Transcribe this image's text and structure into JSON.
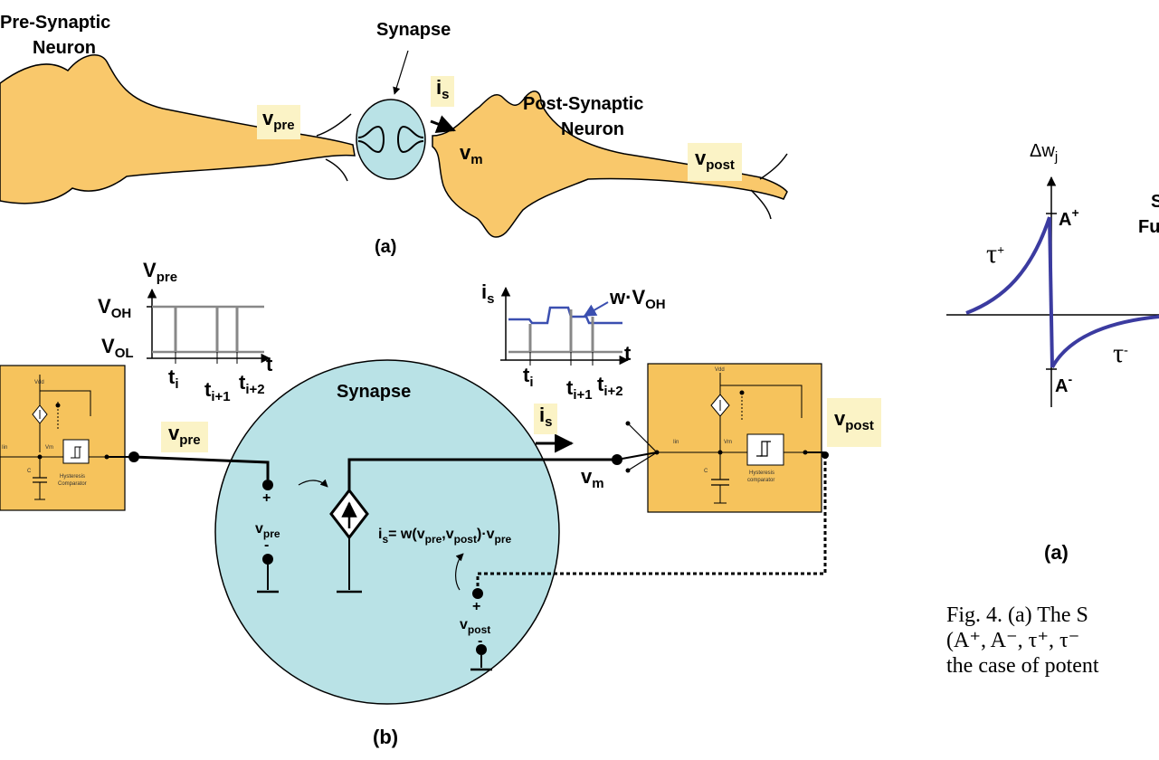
{
  "panel_a": {
    "pre_neuron_line1": "Pre-Synaptic",
    "pre_neuron_line2": "Neuron",
    "synapse_label": "Synapse",
    "post_neuron_line1": "Post-Synaptic",
    "post_neuron_line2": "Neuron",
    "v_pre": {
      "base": "v",
      "sub": "pre"
    },
    "i_s": {
      "base": "i",
      "sub": "s"
    },
    "v_m": {
      "base": "v",
      "sub": "m"
    },
    "v_post": {
      "base": "v",
      "sub": "post"
    },
    "caption": "(a)"
  },
  "panel_b": {
    "caption": "(b)",
    "synapse_label": "Synapse",
    "wave_pre": {
      "title": {
        "base": "V",
        "sub": "pre"
      },
      "v_oh": {
        "base": "V",
        "sub": "OH"
      },
      "v_ol": {
        "base": "V",
        "sub": "OL"
      },
      "t_axis": "t",
      "t_i": {
        "base": "t",
        "sub": "i"
      },
      "t_i1": {
        "base": "t",
        "sub": "i+1"
      },
      "t_i2": {
        "base": "t",
        "sub": "i+2"
      }
    },
    "wave_is": {
      "title": {
        "base": "i",
        "sub": "s"
      },
      "w_voh": {
        "pre": "w·V",
        "sub": "OH"
      },
      "t_axis": "t",
      "t_i": {
        "base": "t",
        "sub": "i"
      },
      "t_i1": {
        "base": "t",
        "sub": "i+1"
      },
      "t_i2": {
        "base": "t",
        "sub": "i+2"
      }
    },
    "v_pre_wire": {
      "base": "v",
      "sub": "pre"
    },
    "i_s_arrow": {
      "base": "i",
      "sub": "s"
    },
    "v_m": {
      "base": "v",
      "sub": "m"
    },
    "v_post_out": {
      "base": "v",
      "sub": "post"
    },
    "src_plus": "+",
    "src_minus": "-",
    "src_label": {
      "base": "v",
      "sub": "pre"
    },
    "post_plus": "+",
    "post_minus": "-",
    "post_label": {
      "base": "v",
      "sub": "post"
    },
    "equation": {
      "lhs": "i",
      "lhs_sub": "s",
      "eq": "= w(v",
      "a_sub": "pre",
      "comma": ",v",
      "b_sub": "post",
      "tail": ")·v",
      "c_sub": "pre"
    },
    "left_circuit": {
      "vdd": "V",
      "vdd_sub": "dd",
      "iin": "I",
      "iin_sub": "in",
      "vm": "V",
      "vm_sub": "m",
      "c": "C",
      "block_line1": "Hysteresis",
      "block_line2": "Comparator"
    },
    "right_circuit": {
      "vdd": "V",
      "vdd_sub": "dd",
      "iin": "I",
      "iin_sub": "in",
      "vm": "V",
      "vm_sub": "m",
      "c": "C",
      "block_line1": "Hysteresis",
      "block_line2": "comparator"
    }
  },
  "right_panel": {
    "y_label": {
      "base": "Δw",
      "sub": "j"
    },
    "a_plus": {
      "base": "A",
      "sup": "+"
    },
    "a_minus": {
      "base": "A",
      "sup": "-"
    },
    "tau_plus": {
      "base": "τ",
      "sup": "+"
    },
    "tau_minus": {
      "base": "τ",
      "sup": "-"
    },
    "cut_s": "S",
    "cut_fu": "Fu",
    "caption": "(a)"
  },
  "caption_lines": [
    "Fig. 4.  (a) The S",
    "(A⁺, A⁻, τ⁺, τ⁻",
    "the case of potent"
  ],
  "colors": {
    "neuron": "#f9c86b",
    "synapse": "#b9e2e6",
    "label_bg": "#fbf3c6",
    "curve": "#3b3ba0",
    "wave_blue": "#3b4fb0",
    "circuit_bg": "#f6c35c"
  }
}
